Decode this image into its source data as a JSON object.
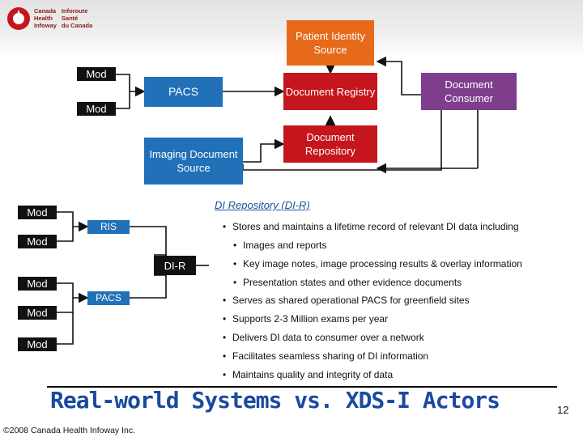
{
  "header": {
    "logo_line1_en": "Canada",
    "logo_line2_en": "Health",
    "logo_line3_en": "Infoway",
    "logo_line1_fr": "Inforoute",
    "logo_line2_fr": "Santé",
    "logo_line3_fr": "du Canada"
  },
  "diagram": {
    "patient_identity_source": "Patient Identity Source",
    "document_registry": "Document Registry",
    "document_consumer": "Document Consumer",
    "document_repository": "Document Repository",
    "pacs_top": "PACS",
    "imaging_document_source": "Imaging Document Source",
    "mod_label": "Mod",
    "ris": "RIS",
    "di_r": "DI-R",
    "pacs_bottom": "PACS"
  },
  "description": {
    "title": "DI Repository (DI-R)",
    "bullets": [
      "Stores and maintains a lifetime record of relevant DI data including",
      "Images and reports",
      "Key image notes, image processing results & overlay information",
      "Presentation states and other evidence documents",
      "Serves as shared operational PACS for greenfield sites",
      "Supports 2-3 Million exams per year",
      "Delivers DI data to consumer over a network",
      "Facilitates seamless sharing of DI information",
      "Maintains quality and integrity of data"
    ]
  },
  "footer": {
    "title": "Real-world Systems vs. XDS-I Actors",
    "page_number": "12",
    "copyright": "©2008 Canada Health Infoway Inc."
  },
  "colors": {
    "mod": "#111111",
    "pacs_top": "#2170b8",
    "document_registry": "#c4161c",
    "document_consumer": "#7e3e8c",
    "patient_identity_source": "#e76a1a",
    "title_blue": "#1a4aa0"
  }
}
